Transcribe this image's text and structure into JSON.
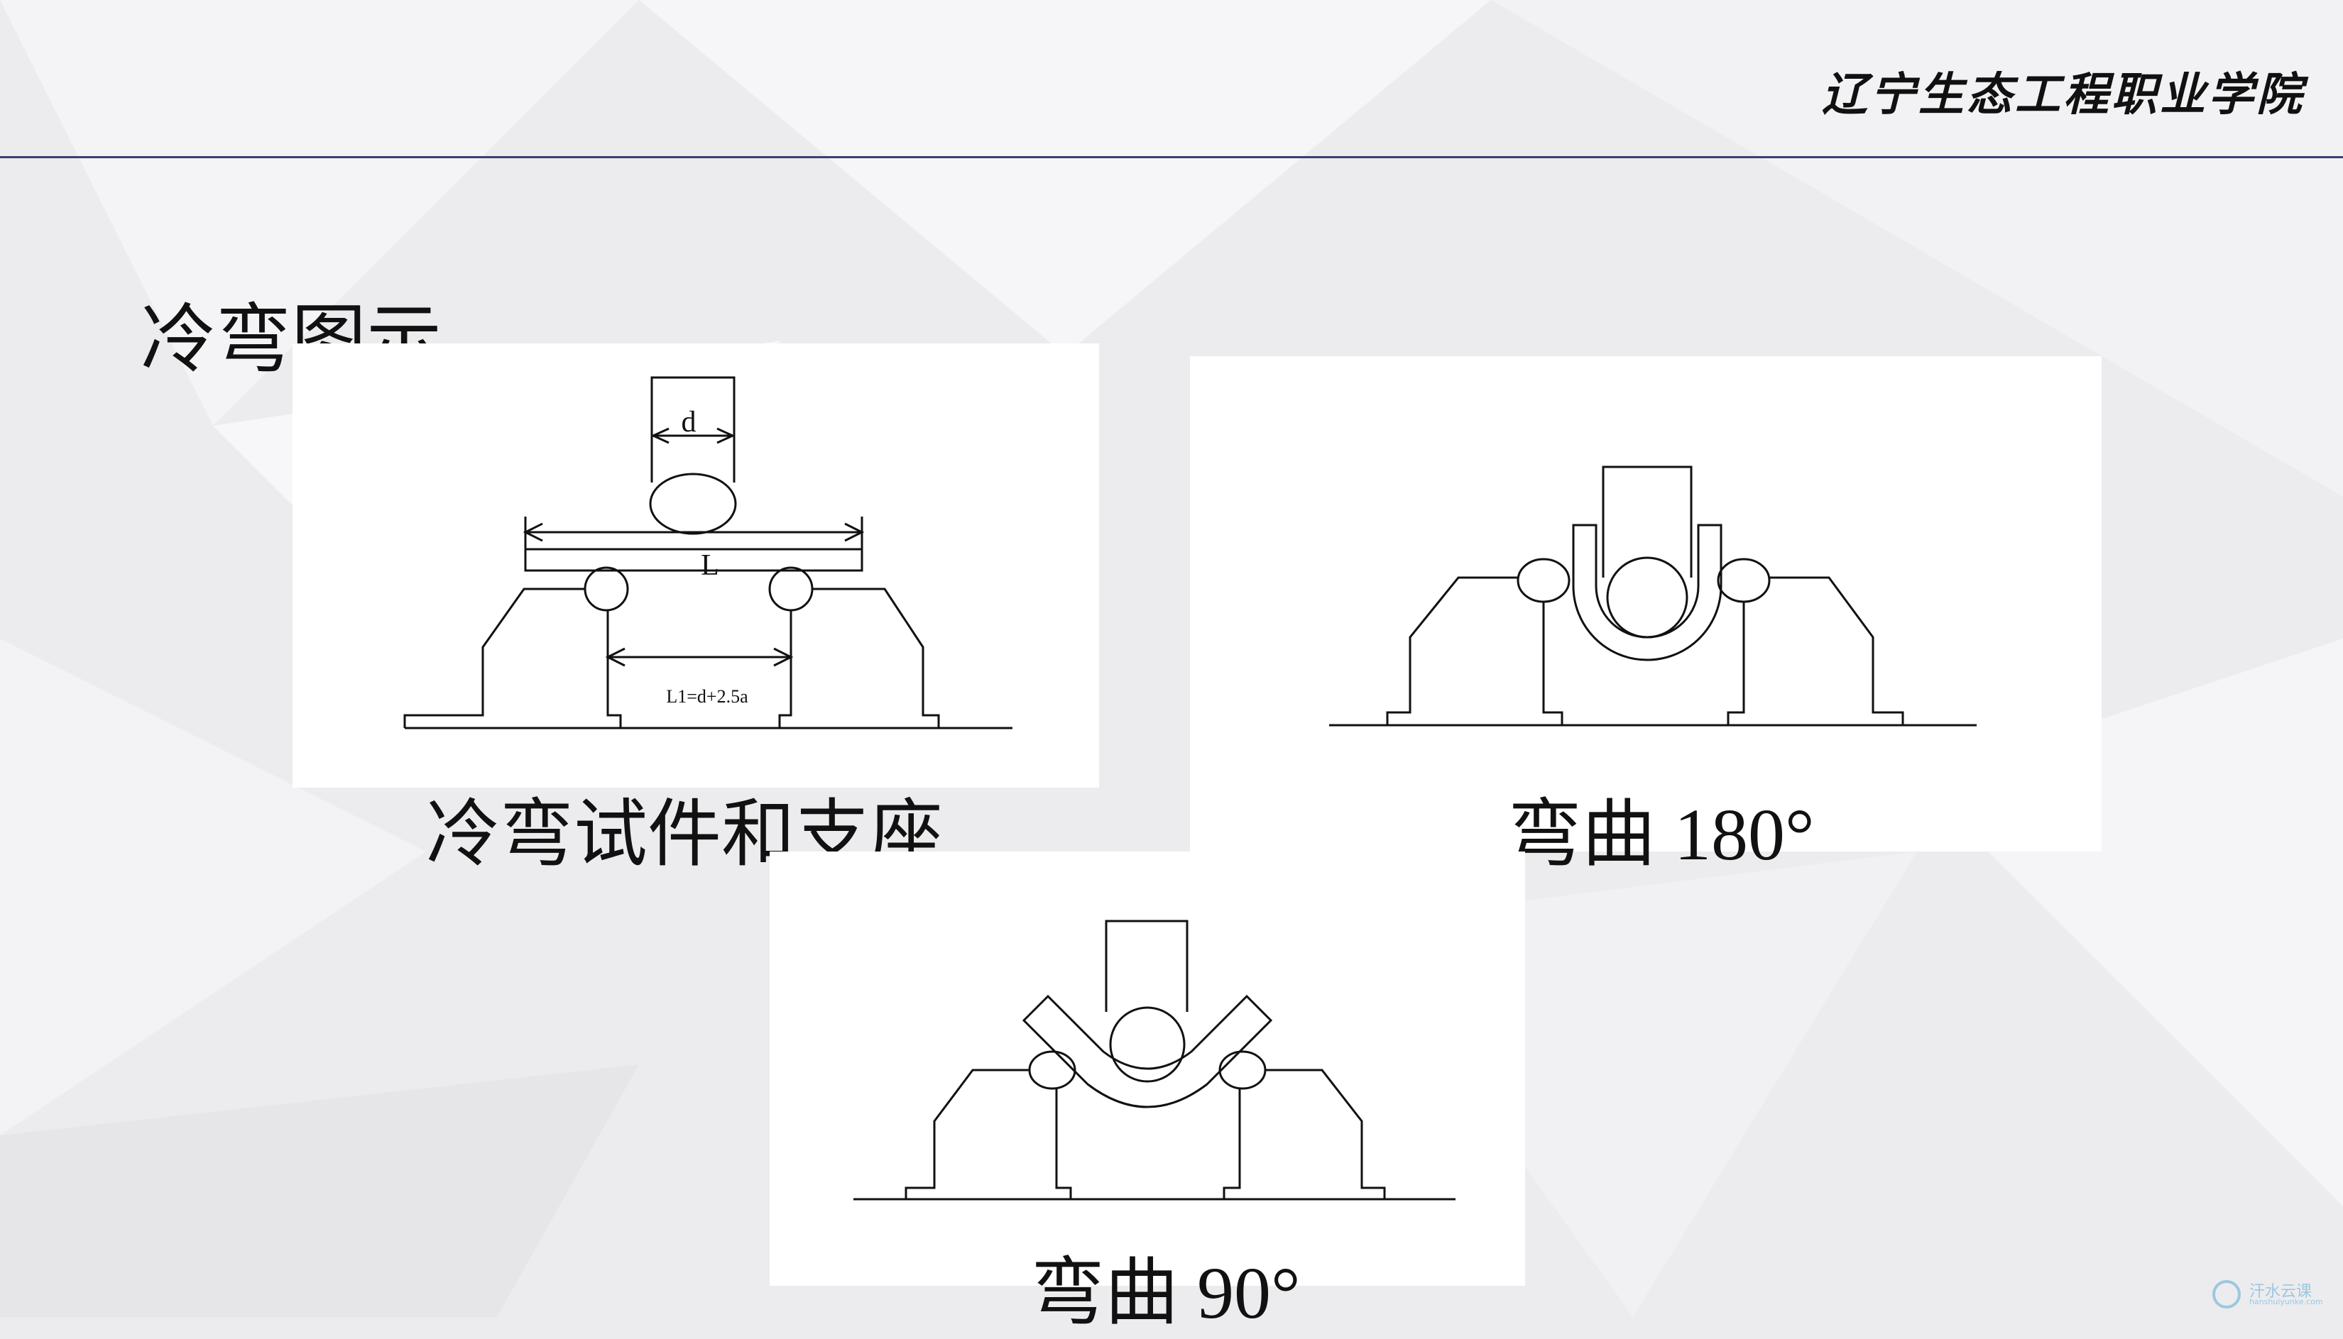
{
  "header": {
    "school_name": "辽宁生态工程职业学院",
    "accent_color": "#3b3f6e"
  },
  "slide": {
    "title": "冷弯图示"
  },
  "figures": [
    {
      "caption": "冷弯试件和支座",
      "labels": {
        "diameter": "d",
        "span": "L",
        "support_distance": "L1=d+2.5a"
      }
    },
    {
      "caption": "弯曲 180°"
    },
    {
      "caption": "弯曲 90°"
    }
  ],
  "watermark": {
    "icon": "cloud-logo-icon",
    "text": "汗水云课",
    "subtext": "hanshuiyunke.com"
  }
}
